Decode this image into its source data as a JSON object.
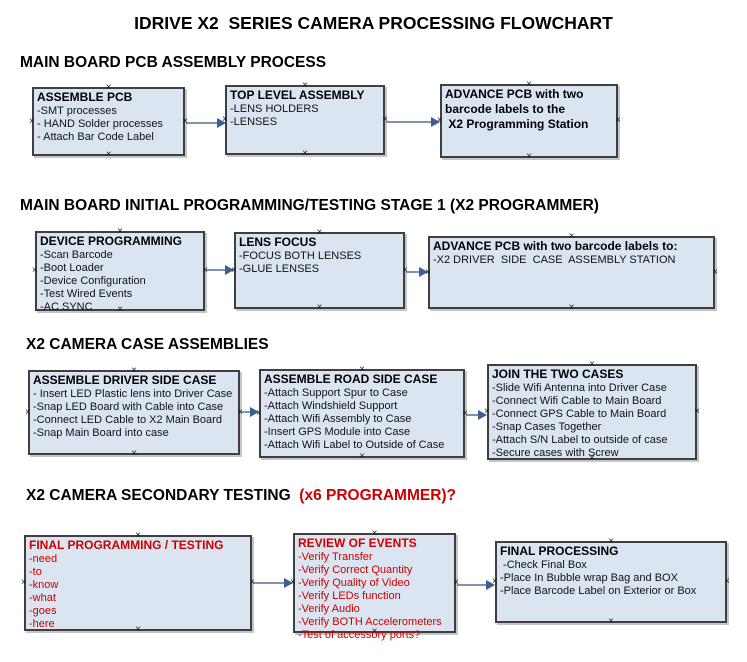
{
  "title": "IDRIVE X2  SERIES CAMERA PROCESSING FLOWCHART",
  "colors": {
    "box_fill": "#dbe5f1",
    "box_border": "#3f3f3f",
    "red_text": "#cc0000",
    "connector_line": "#7f93ad",
    "connector_arrow": "#3c5e94"
  },
  "sections": [
    {
      "header": "MAIN BOARD PCB ASSEMBLY PROCESS",
      "boxes": [
        {
          "title": "ASSEMBLE PCB",
          "items": [
            "-SMT processes",
            "- HAND Solder processes",
            "- Attach Bar Code Label"
          ]
        },
        {
          "title": "TOP LEVEL ASSEMBLY",
          "items": [
            "-LENS HOLDERS",
            "-LENSES"
          ]
        },
        {
          "title": "ADVANCE PCB with two barcode labels to the\n X2 Programming Station",
          "items": []
        }
      ]
    },
    {
      "header": "MAIN BOARD INITIAL PROGRAMMING/TESTING STAGE 1 (X2 PROGRAMMER)",
      "boxes": [
        {
          "title": "DEVICE PROGRAMMING",
          "items": [
            "-Scan Barcode",
            "-Boot Loader",
            "-Device Configuration",
            "-Test Wired Events",
            "-AC SYNC"
          ]
        },
        {
          "title": "LENS FOCUS",
          "items": [
            "-FOCUS BOTH LENSES",
            "-GLUE LENSES"
          ]
        },
        {
          "title": "ADVANCE PCB with two barcode labels to:",
          "items": [
            "-X2 DRIVER  SIDE  CASE  ASSEMBLY STATION"
          ]
        }
      ]
    },
    {
      "header": "X2 CAMERA CASE ASSEMBLIES",
      "boxes": [
        {
          "title": "ASSEMBLE DRIVER SIDE CASE",
          "items": [
            "- Insert LED Plastic lens into Driver Case",
            "-Snap LED Board with Cable into Case",
            "-Connect LED Cable to X2 Main Board",
            "-Snap Main Board into case"
          ]
        },
        {
          "title": "ASSEMBLE ROAD SIDE CASE",
          "items": [
            "-Attach Support Spur to Case",
            "-Attach Windshield Support",
            "-Attach Wifi Assembly to Case",
            "-Insert GPS Module into Case",
            "-Attach Wifi Label to Outside of Case"
          ]
        },
        {
          "title": "JOIN THE TWO CASES",
          "items": [
            "-Slide Wifi Antenna into Driver Case",
            "-Connect Wifi Cable to Main Board",
            "-Connect GPS Cable to Main Board",
            "-Snap Cases Together",
            "-Attach S/N Label to outside of case",
            "-Secure cases with Screw"
          ]
        }
      ]
    },
    {
      "header": "X2 CAMERA SECONDARY TESTING",
      "header_suffix": "  (x6 PROGRAMMER)?",
      "boxes": [
        {
          "title": "FINAL PROGRAMMING / TESTING",
          "items": [
            "-need",
            "-to",
            "-know",
            "-what",
            "-goes",
            "-here"
          ]
        },
        {
          "title": "REVIEW OF EVENTS",
          "items": [
            "-Verify Transfer",
            "-Verify Correct Quantity",
            "-Verify Quality of Video",
            "-Verify LEDs function",
            "-Verify Audio",
            "-Verify BOTH Accelerometers",
            "-Test of accessory ports?"
          ]
        },
        {
          "title": "FINAL PROCESSING",
          "items": [
            " -Check Final Box",
            "-Place In Bubble wrap Bag and BOX",
            "-Place Barcode Label on Exterior or Box"
          ]
        }
      ]
    }
  ]
}
